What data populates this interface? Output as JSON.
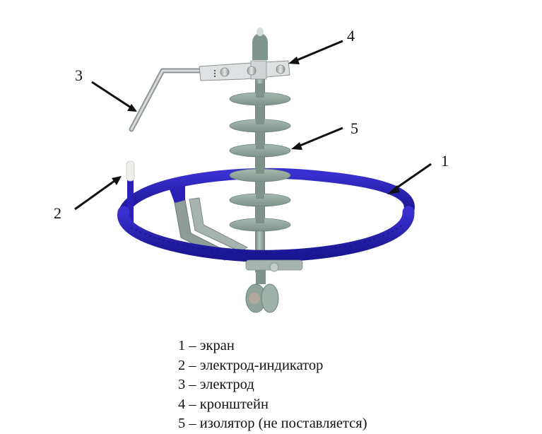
{
  "figure": {
    "description": "Защитное устройство с экраном на полимерном изоляторе",
    "colors": {
      "screen_ring": "#2a20b8",
      "insulator": "#8fa59c",
      "bracket": "#d8dcdc",
      "electrode": "#b8bcbe",
      "indicator_tip": "#eeeeea",
      "arrows": "#111111"
    },
    "callouts": [
      {
        "num": "1",
        "target": "screen"
      },
      {
        "num": "2",
        "target": "indicator-electrode"
      },
      {
        "num": "3",
        "target": "electrode"
      },
      {
        "num": "4",
        "target": "bracket"
      },
      {
        "num": "5",
        "target": "insulator"
      }
    ]
  },
  "legend": {
    "items": [
      {
        "num": "1",
        "dash": "–",
        "label": "экран"
      },
      {
        "num": "2",
        "dash": "–",
        "label": "электрод-индикатор"
      },
      {
        "num": "3",
        "dash": "–",
        "label": "электрод"
      },
      {
        "num": "4",
        "dash": "–",
        "label": "кронштейн"
      },
      {
        "num": "5",
        "dash": "–",
        "label": "изолятор (не поставляется)"
      }
    ]
  }
}
